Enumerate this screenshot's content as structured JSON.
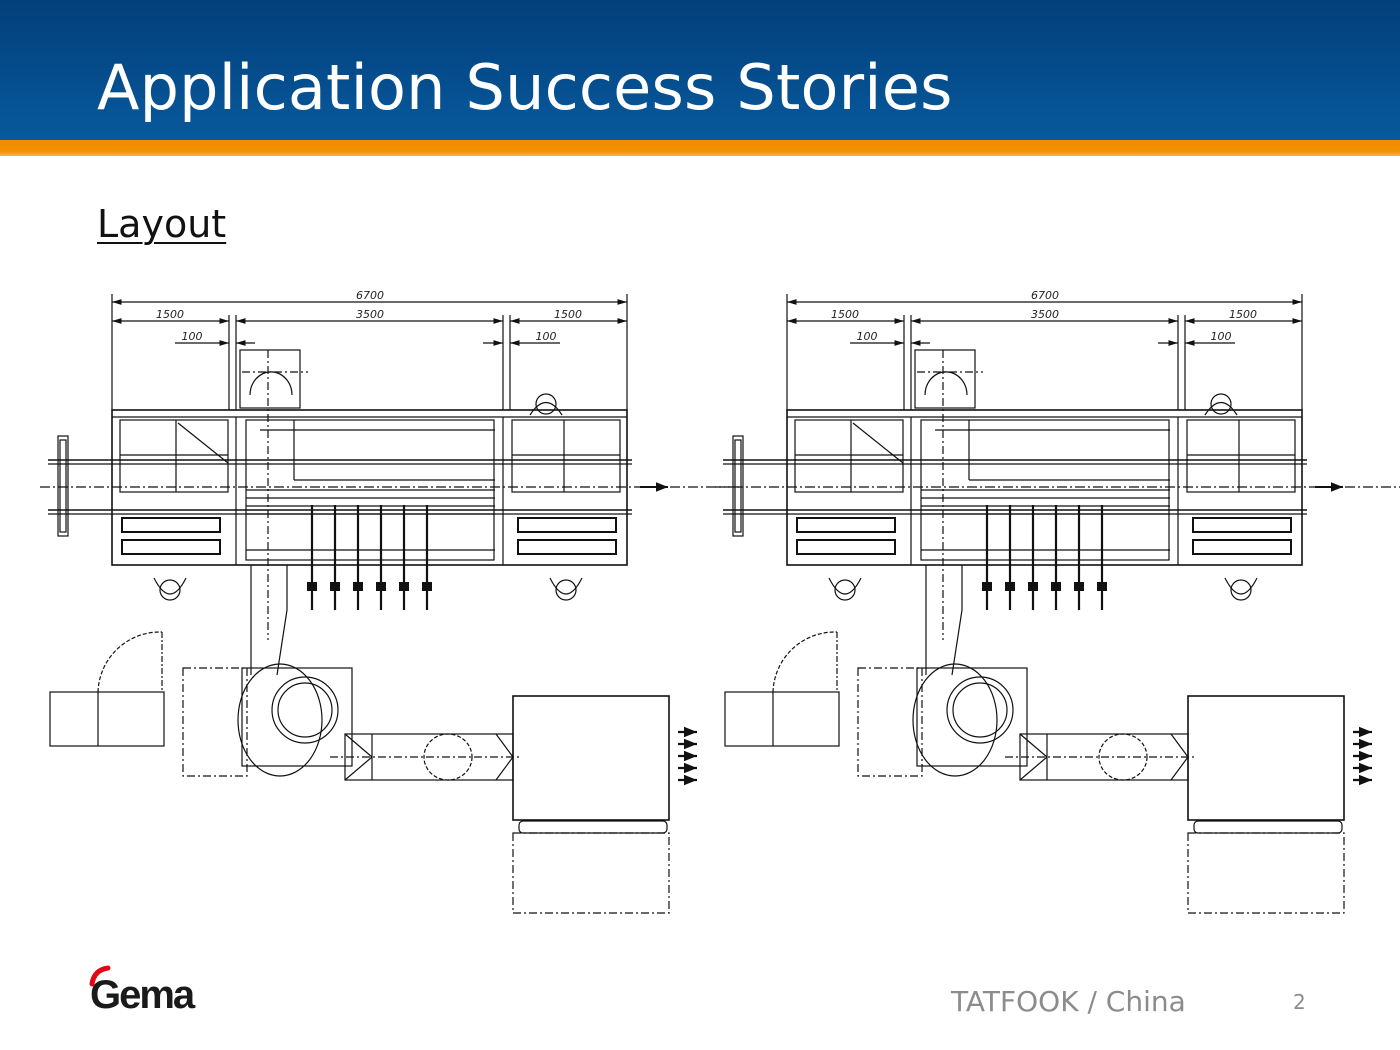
{
  "header": {
    "title": "Application Success Stories",
    "accent_color": "#f39200",
    "background_color": "#054d8d"
  },
  "section": {
    "title": "Layout"
  },
  "drawings": [
    {
      "name": "layout-drawing-left",
      "dimensions": {
        "overall": "6700",
        "left_section": "1500",
        "center_section": "3500",
        "right_section": "1500",
        "left_gap": "100",
        "right_gap": "100"
      }
    },
    {
      "name": "layout-drawing-right",
      "dimensions": {
        "overall": "6700",
        "left_section": "1500",
        "center_section": "3500",
        "right_section": "1500",
        "left_gap": "100",
        "right_gap": "100"
      }
    }
  ],
  "footer": {
    "logo_text": "Gema",
    "logo_color": "#e30613",
    "caption": "TATFOOK / China",
    "page_number": "2"
  }
}
